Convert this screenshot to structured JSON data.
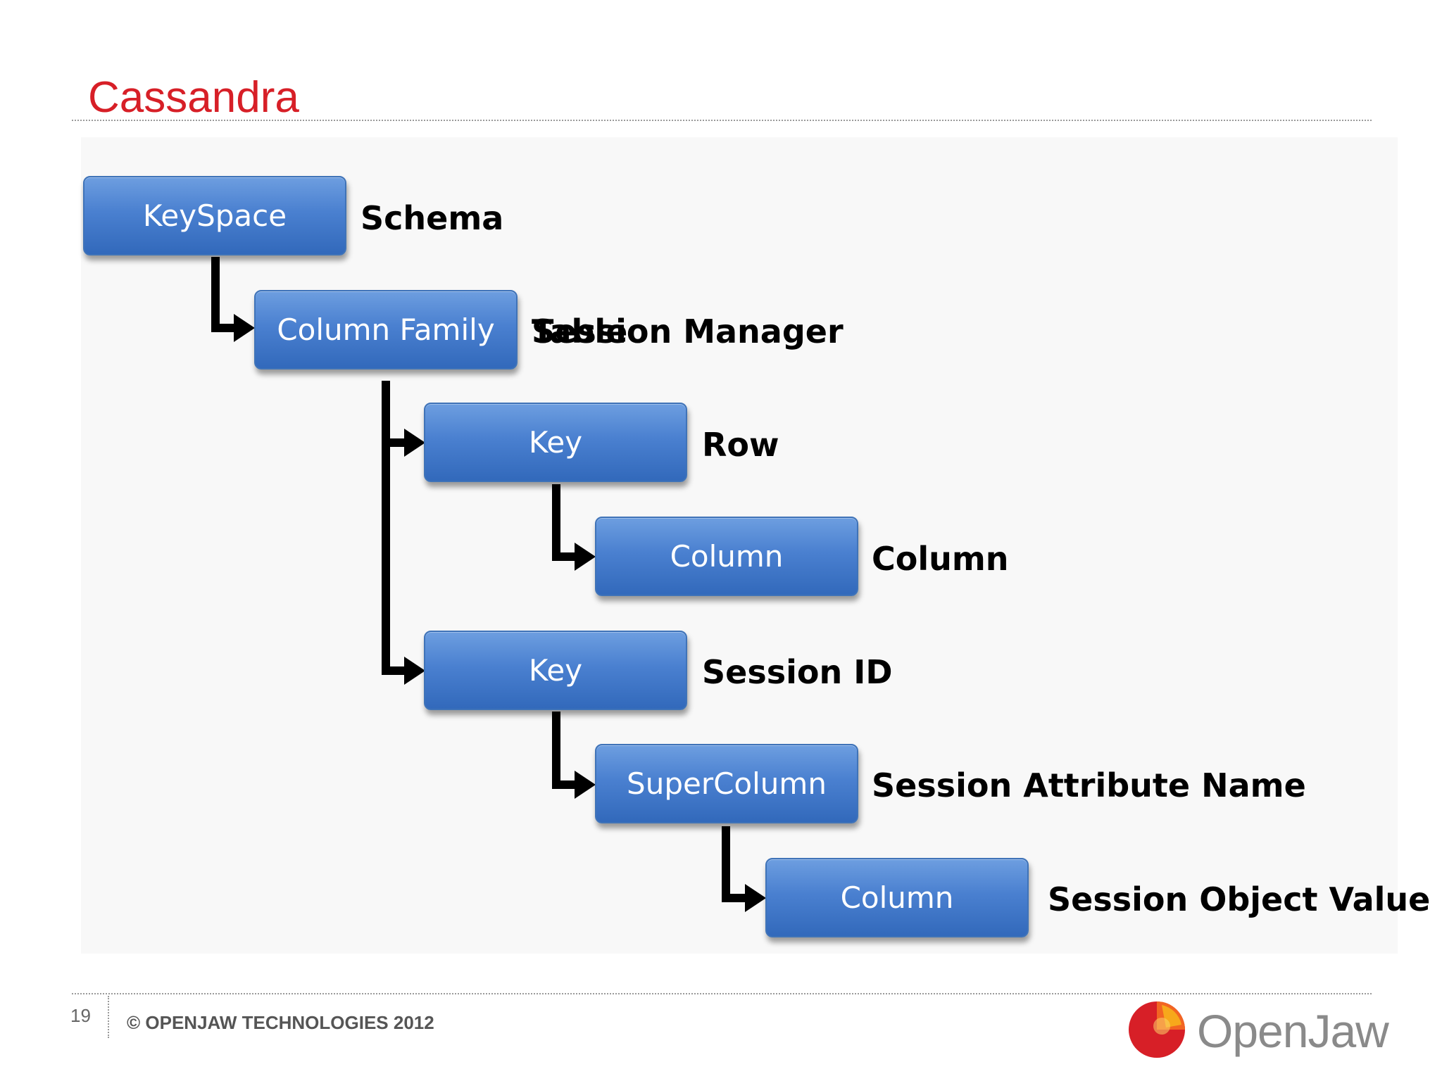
{
  "slide": {
    "title": "Cassandra",
    "page_number": "19",
    "copyright": "© OPENJAW TECHNOLOGIES 2012"
  },
  "logo": {
    "word": "OpenJaw",
    "colors": [
      "#d71f27",
      "#f26522",
      "#f7a81b"
    ]
  },
  "nodes": [
    {
      "label": "KeySpace"
    },
    {
      "label": "Column Family"
    },
    {
      "label": "Key"
    },
    {
      "label": "Column"
    },
    {
      "label": "Key"
    },
    {
      "label": "SuperColumn"
    },
    {
      "label": "Column"
    }
  ],
  "notes": [
    {
      "text": "Schema"
    },
    {
      "text": "Table"
    },
    {
      "text": "Session Manager"
    },
    {
      "text": "Row"
    },
    {
      "text": "Column"
    },
    {
      "text": "Session ID"
    },
    {
      "text": "Session Attribute Name"
    },
    {
      "text": "Session Object Value"
    }
  ],
  "colors": {
    "title": "#d71f27",
    "node_fill": "#4a80d0",
    "connector": "#000000"
  }
}
